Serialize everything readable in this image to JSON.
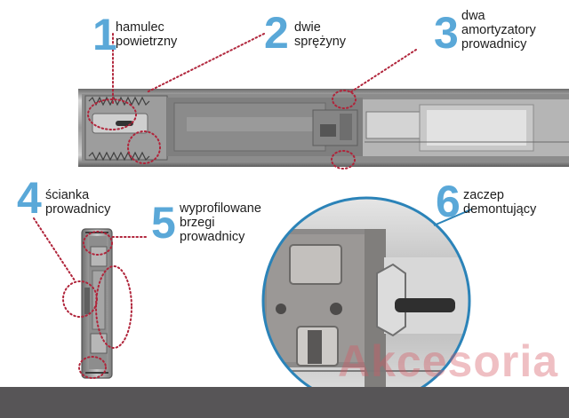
{
  "callouts": [
    {
      "number": "1",
      "lines": [
        "hamulec",
        "powietrzny"
      ]
    },
    {
      "number": "2",
      "lines": [
        "dwie",
        "sprężyny"
      ]
    },
    {
      "number": "3",
      "lines": [
        "dwa",
        "amortyzatory",
        "prowadnicy"
      ]
    },
    {
      "number": "4",
      "lines": [
        "ścianka",
        "prowadnicy"
      ]
    },
    {
      "number": "5",
      "lines": [
        "wyprofilowane",
        "brzegi",
        "prowadnicy"
      ]
    },
    {
      "number": "6",
      "lines": [
        "zaczep",
        "demontujący"
      ]
    }
  ],
  "watermark": {
    "text": "Akcesoria"
  },
  "colors": {
    "number_color": "#5aa8d8",
    "dotted_line_color": "#b0243a",
    "bottom_bar": "#575557",
    "zoom_circle_border": "#2b83b8"
  }
}
